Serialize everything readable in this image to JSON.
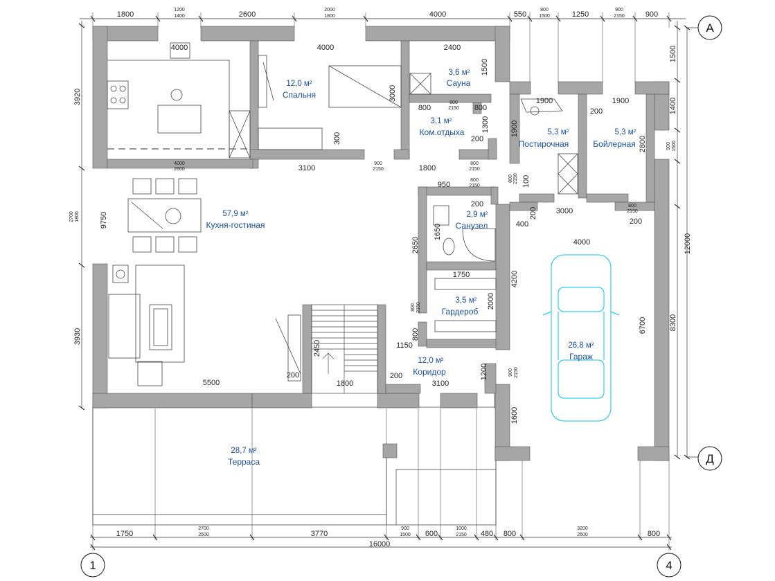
{
  "axes": {
    "top_right": "А",
    "bottom_right": "Д",
    "bottom_left": "1",
    "bottom_right_num": "4"
  },
  "rooms": [
    {
      "id": "bedroom",
      "name": "Спальня",
      "area": "12,0 м²"
    },
    {
      "id": "sauna",
      "name": "Сауна",
      "area": "3,6 м²"
    },
    {
      "id": "rest",
      "name": "Ком.отдыха",
      "area": "3,1 м²"
    },
    {
      "id": "laundry",
      "name": "Постирочная",
      "area": "5,3 м²"
    },
    {
      "id": "boiler",
      "name": "Бойлерная",
      "area": "5,3 м²"
    },
    {
      "id": "kitchen",
      "name": "Кухня-гостиная",
      "area": "57,9 м²"
    },
    {
      "id": "wc",
      "name": "Санузел",
      "area": "2,9 м²"
    },
    {
      "id": "wardrobe",
      "name": "Гардероб",
      "area": "3,5 м²"
    },
    {
      "id": "corridor",
      "name": "Коридор",
      "area": "12,0 м²"
    },
    {
      "id": "garage",
      "name": "Гараж",
      "area": "26,8 м²"
    },
    {
      "id": "terrace",
      "name": "Терраса",
      "area": "28,7 м²"
    }
  ],
  "top_dims": [
    "1800",
    "1200",
    "1400",
    "2600",
    "2000",
    "1800",
    "4000",
    "550",
    "800",
    "1500",
    "1250",
    "900",
    "2150",
    "900"
  ],
  "bottom_dims": [
    "1750",
    "2700",
    "2500",
    "3770",
    "900",
    "1500",
    "600",
    "1000",
    "2150",
    "480",
    "800",
    "3200",
    "2600",
    "800"
  ],
  "overall_width": "16000",
  "left_dims": [
    "3920",
    "2700",
    "1800",
    "9750",
    "3930"
  ],
  "right_dims": [
    "1500",
    "1400",
    "900",
    "1500",
    "12000",
    "8300"
  ],
  "interior_dims": [
    "4000",
    "4000",
    "2400",
    "1500",
    "3000",
    "800",
    "800",
    "2150",
    "800",
    "1300",
    "200",
    "300",
    "4000",
    "2600",
    "3100",
    "900",
    "2150",
    "1800",
    "800",
    "2150",
    "1900",
    "200",
    "1900",
    "1900",
    "2800",
    "950",
    "800",
    "2150",
    "800",
    "2150",
    "100",
    "200",
    "1650",
    "2650",
    "200",
    "3000",
    "800",
    "2150",
    "400",
    "200",
    "4000",
    "1750",
    "4200",
    "2000",
    "800",
    "2150",
    "800",
    "6700",
    "1150",
    "2450",
    "200",
    "1800",
    "200",
    "3100",
    "1200",
    "900",
    "2150",
    "5500",
    "1600"
  ]
}
